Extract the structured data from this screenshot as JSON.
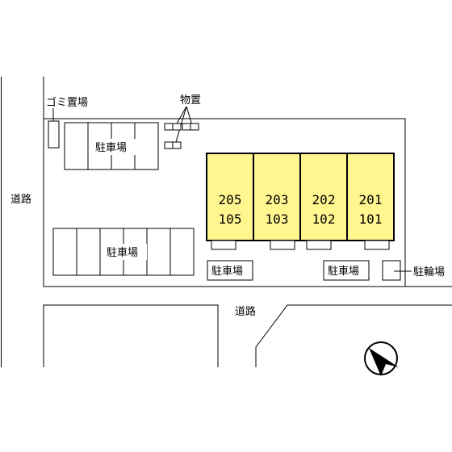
{
  "labels": {
    "road_west": "道路",
    "road_south": "道路",
    "garbage": "ゴミ置場",
    "storage": "物置",
    "parking": "駐車場",
    "bicycle": "駐輪場"
  },
  "units": [
    {
      "upper": "205",
      "lower": "105"
    },
    {
      "upper": "203",
      "lower": "103"
    },
    {
      "upper": "202",
      "lower": "102"
    },
    {
      "upper": "201",
      "lower": "101"
    }
  ],
  "colors": {
    "building_fill": "#FFF68F",
    "line": "#000000"
  },
  "icons": {
    "north": "north-arrow-icon"
  }
}
